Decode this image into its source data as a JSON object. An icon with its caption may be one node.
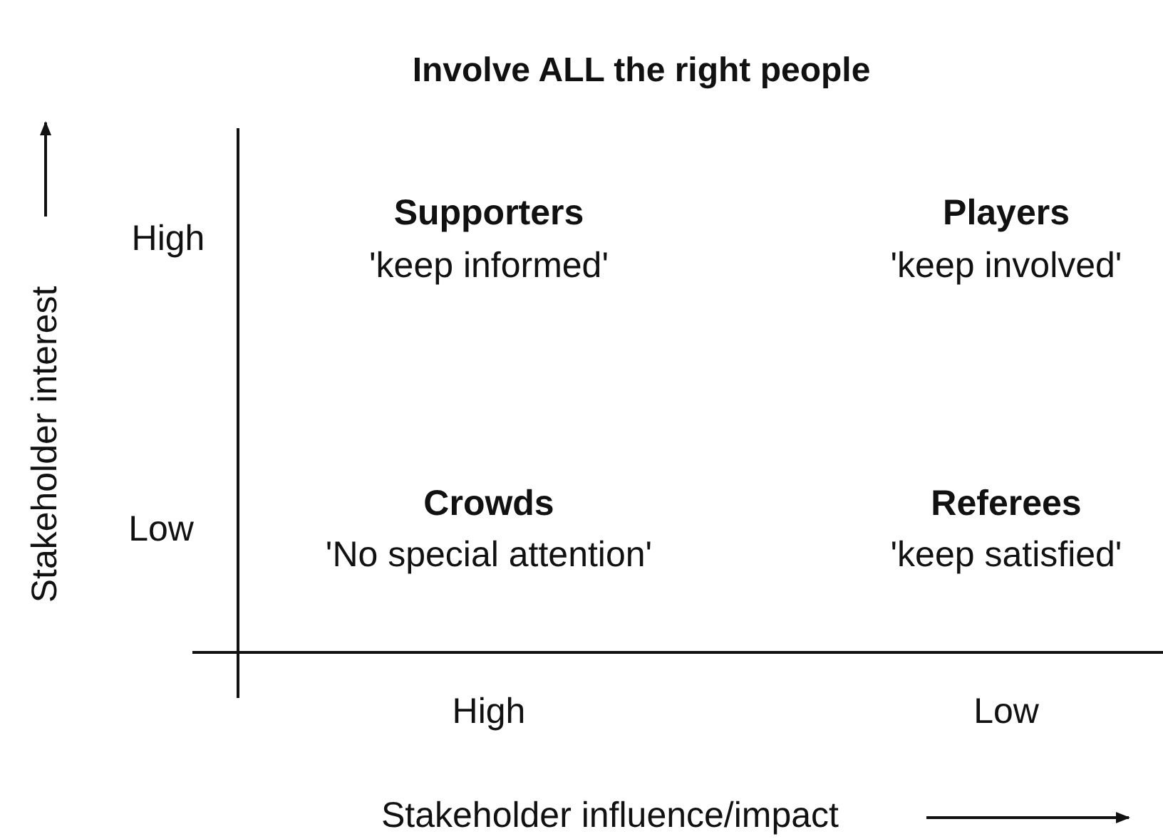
{
  "diagram": {
    "title": "Involve ALL the right people",
    "labels": [
      "High",
      "Supporters",
      "'keep informed'",
      "Players",
      "'keep involved'",
      "Low",
      "Crowds",
      "'No special attention'",
      "Referees",
      "'keep satisfied'",
      "High",
      "Low",
      "Stakeholder interest",
      "Stakeholder influence/impact"
    ]
  }
}
